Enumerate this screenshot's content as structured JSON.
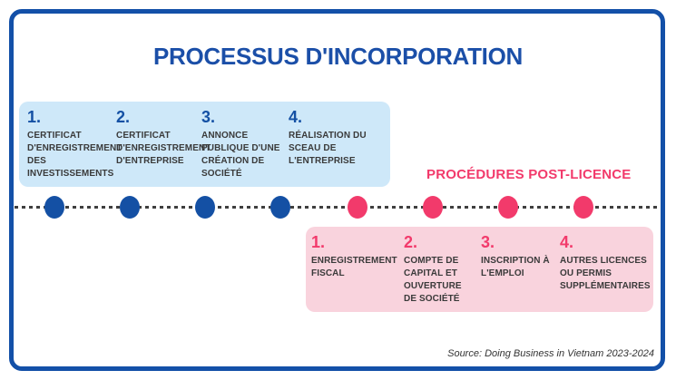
{
  "title": "PROCESSUS D'INCORPORATION",
  "pre_license": {
    "steps": [
      {
        "number": "1.",
        "label": "CERTIFICAT D'ENREGISTREMENT DES INVESTISSEMENTS"
      },
      {
        "number": "2.",
        "label": "CERTIFICAT D'ENREGISTREMENT D'ENTREPRISE"
      },
      {
        "number": "3.",
        "label": "ANNONCE PUBLIQUE D'UNE CRÉATION DE SOCIÉTÉ"
      },
      {
        "number": "4.",
        "label": "RÉALISATION DU SCEAU DE L'ENTREPRISE"
      }
    ]
  },
  "post_license": {
    "heading": "PROCÉDURES POST-LICENCE",
    "steps": [
      {
        "number": "1.",
        "label": "ENREGISTREMENT FISCAL"
      },
      {
        "number": "2.",
        "label": "COMPTE DE CAPITAL ET OUVERTURE DE SOCIÉTÉ"
      },
      {
        "number": "3.",
        "label": "INSCRIPTION À L'EMPLOI"
      },
      {
        "number": "4.",
        "label": "AUTRES LICENCES OU PERMIS SUPPLÉMENTAIRES"
      }
    ]
  },
  "timeline": {
    "pre_license_dot_count": 4,
    "post_license_dot_count": 4,
    "pre_dot_color": "#1450a4",
    "post_dot_color": "#f23a6b"
  },
  "source": "Source: Doing Business in Vietnam 2023-2024",
  "colors": {
    "frame_blue": "#1350a8",
    "title_blue": "#1b4fa8",
    "panel_light_blue": "#cee8f9",
    "panel_light_pink": "#f9d3dd",
    "accent_pink": "#f23a6b",
    "accent_blue": "#1450a4",
    "step_text": "#3a3a3a"
  }
}
